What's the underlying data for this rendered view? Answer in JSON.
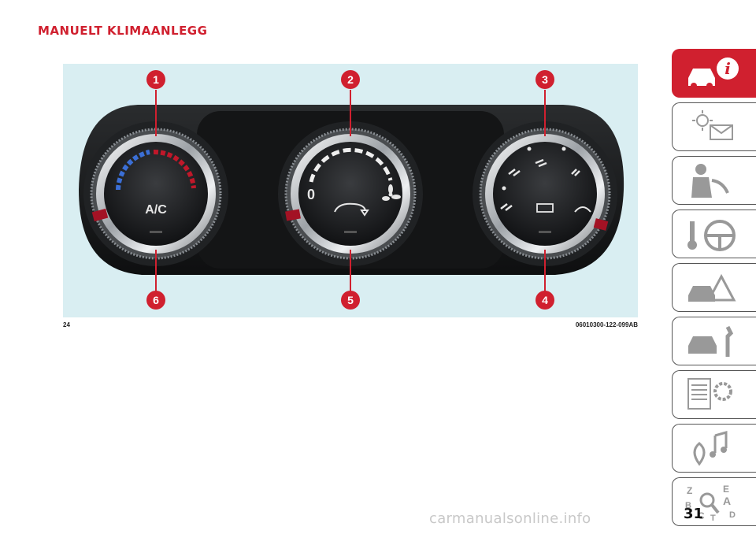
{
  "header": {
    "title": "MANUELT KLIMAANLEGG"
  },
  "figure": {
    "callouts": [
      "1",
      "2",
      "3",
      "4",
      "5",
      "6"
    ],
    "labels": {
      "ac": "A/C",
      "fan_zero": "0"
    },
    "number_left": "24",
    "code_right": "06010300-122-099AB"
  },
  "sidebar": {
    "tabs": [
      {
        "icon": "car-info-icon",
        "active": true
      },
      {
        "icon": "dashboard-lights-icon",
        "active": false
      },
      {
        "icon": "seat-safety-icon",
        "active": false
      },
      {
        "icon": "steering-key-icon",
        "active": false
      },
      {
        "icon": "warning-triangle-car-icon",
        "active": false
      },
      {
        "icon": "car-wrench-icon",
        "active": false
      },
      {
        "icon": "document-gear-icon",
        "active": false
      },
      {
        "icon": "multimedia-icon",
        "active": false
      },
      {
        "icon": "index-search-icon",
        "active": false
      }
    ],
    "index_letters": [
      "Z",
      "E",
      "A",
      "B",
      "C",
      "D",
      "T"
    ]
  },
  "footer": {
    "page_number": "31",
    "watermark": "carmanualsonline.info"
  },
  "colors": {
    "accent": "#d0202f",
    "figure_bg": "#d9eef2",
    "panel": "#1b1d1f"
  }
}
